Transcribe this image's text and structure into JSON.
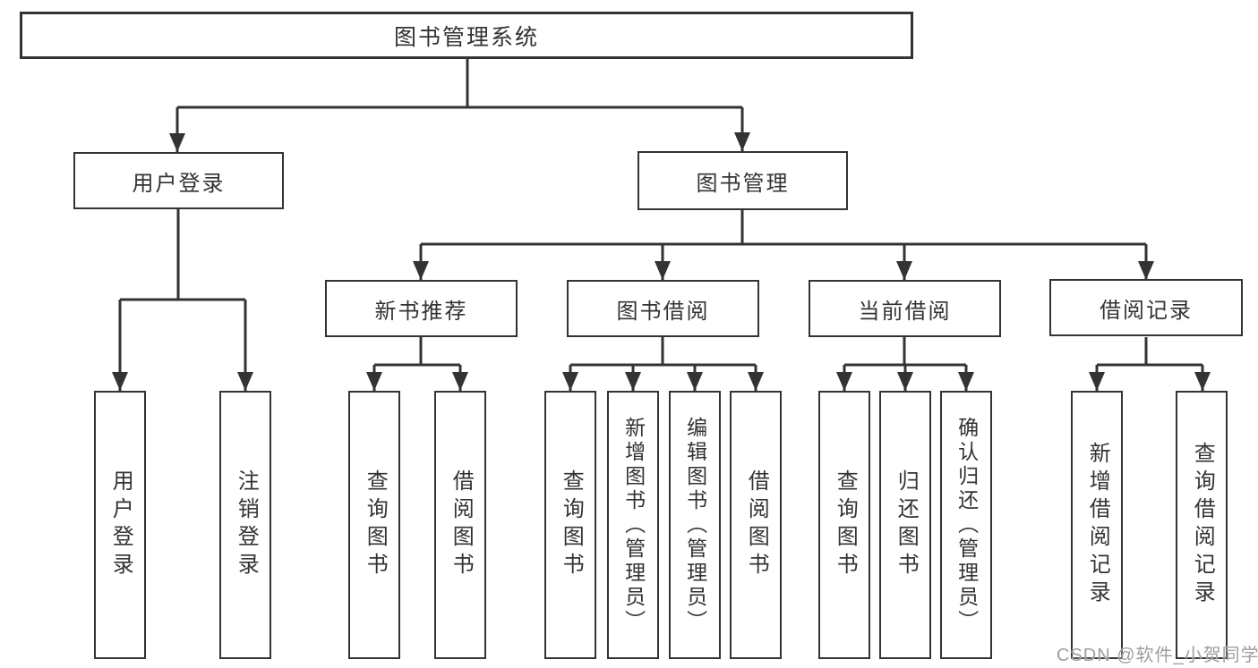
{
  "colors": {
    "line": "#333333",
    "text": "#333333",
    "watermark": "#9e9e9e",
    "background": "#ffffff"
  },
  "root": {
    "label": "图书管理系统"
  },
  "branches": [
    {
      "label": "用户登录",
      "children": [
        "用户登录",
        "注销登录"
      ]
    },
    {
      "label": "图书管理",
      "children": [
        {
          "label": "新书推荐",
          "children": [
            "查询图书",
            "借阅图书"
          ]
        },
        {
          "label": "图书借阅",
          "children": [
            "查询图书",
            "新增图书（管理员）",
            "编辑图书（管理员）",
            "借阅图书"
          ]
        },
        {
          "label": "当前借阅",
          "children": [
            "查询图书",
            "归还图书",
            "确认归还（管理员）"
          ]
        },
        {
          "label": "借阅记录",
          "children": [
            "新增借阅记录",
            "查询借阅记录"
          ]
        }
      ]
    }
  ],
  "watermark": "CSDN @软件_小贺同学"
}
